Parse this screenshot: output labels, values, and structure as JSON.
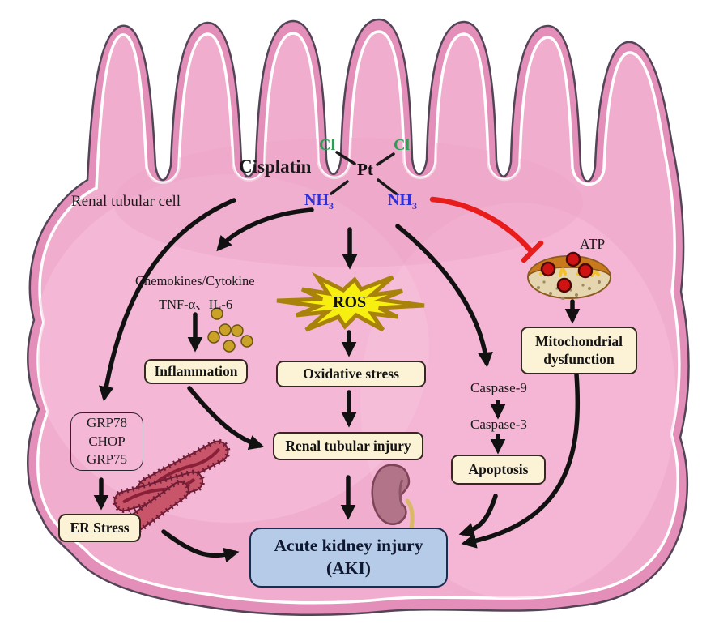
{
  "cell": {
    "label": "Renal tubular cell"
  },
  "cisplatin": {
    "name": "Cisplatin",
    "pt": "Pt",
    "cl": "Cl",
    "nh": "NH",
    "sub3": "3"
  },
  "inflammation_pathway": {
    "chemokines": "Chemokines/Cytokine",
    "cytokines": "TNF-α、IL-6",
    "box": "Inflammation"
  },
  "oxidative_pathway": {
    "ros": "ROS",
    "box": "Oxidative stress"
  },
  "injury": {
    "box": "Renal tubular injury"
  },
  "apoptosis_pathway": {
    "caspase9": "Caspase-9",
    "caspase3": "Caspase-3",
    "box": "Apoptosis"
  },
  "mitochondrial_pathway": {
    "atp": "ATP",
    "box_line1": "Mitochondrial",
    "box_line2": "dysfunction"
  },
  "er_pathway": {
    "grp78": "GRP78",
    "chop": "CHOP",
    "grp75": "GRP75",
    "box": "ER Stress"
  },
  "outcome": {
    "line1": "Acute kidney injury",
    "line2": "(AKI)"
  },
  "colors": {
    "cell_membrane": "#e48fb9",
    "cell_interior": "#f1adce",
    "box_fill": "#fcf3d7",
    "aki_fill": "#b6cbe7",
    "ros_fill": "#f6ef10",
    "inhibit_arrow": "#e91c1c",
    "cl_green": "#2e9e54",
    "nh3_blue": "#2f2fd8"
  }
}
